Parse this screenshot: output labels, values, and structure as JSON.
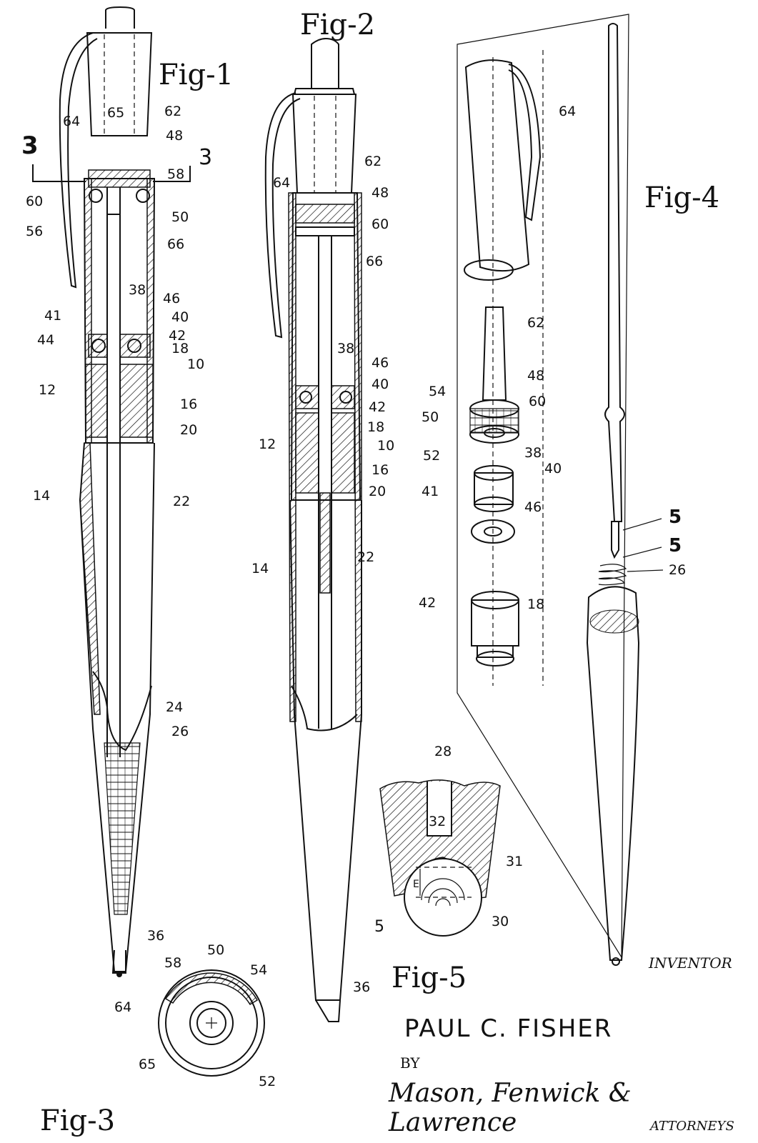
{
  "figures": {
    "fig1": "Fig-1",
    "fig2": "Fig-2",
    "fig3": "Fig-3",
    "fig4": "Fig-4",
    "fig5": "Fig-5"
  },
  "refs": {
    "fig1": [
      "3",
      "3",
      "64",
      "65",
      "62",
      "48",
      "58",
      "60",
      "50",
      "56",
      "66",
      "38",
      "46",
      "41",
      "40",
      "44",
      "42",
      "18",
      "10",
      "12",
      "16",
      "20",
      "14",
      "22",
      "24",
      "26",
      "36"
    ],
    "fig2": [
      "62",
      "64",
      "48",
      "60",
      "66",
      "38",
      "46",
      "40",
      "42",
      "18",
      "12",
      "10",
      "16",
      "20",
      "14",
      "22",
      "36"
    ],
    "fig3": [
      "58",
      "50",
      "54",
      "64",
      "65",
      "52"
    ],
    "fig4": [
      "64",
      "62",
      "54",
      "48",
      "60",
      "50",
      "52",
      "38",
      "40",
      "41",
      "46",
      "42",
      "18",
      "5",
      "5",
      "26"
    ],
    "fig5": [
      "28",
      "32",
      "31",
      "E",
      "5",
      "30"
    ]
  },
  "labels": {
    "inventor_heading": "INVENTOR",
    "inventor_name": "PAUL C. FISHER",
    "by": "BY",
    "signature": "Mason, Fenwick & Lawrence",
    "attorneys": "ATTORNEYS"
  }
}
